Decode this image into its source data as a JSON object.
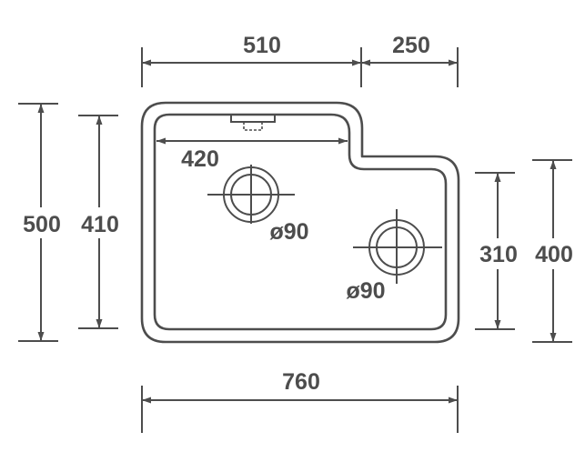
{
  "dimensions": {
    "top_left_width": "510",
    "top_right_width": "250",
    "inner_width": "420",
    "overall_width": "760",
    "outer_height_left": "500",
    "inner_height_left": "410",
    "inner_height_right": "310",
    "outer_height_right": "400"
  },
  "holes": [
    {
      "diameter_label": "ø90"
    },
    {
      "diameter_label": "ø90"
    }
  ],
  "colors": {
    "line": "#4d4d4d",
    "background": "#ffffff"
  }
}
